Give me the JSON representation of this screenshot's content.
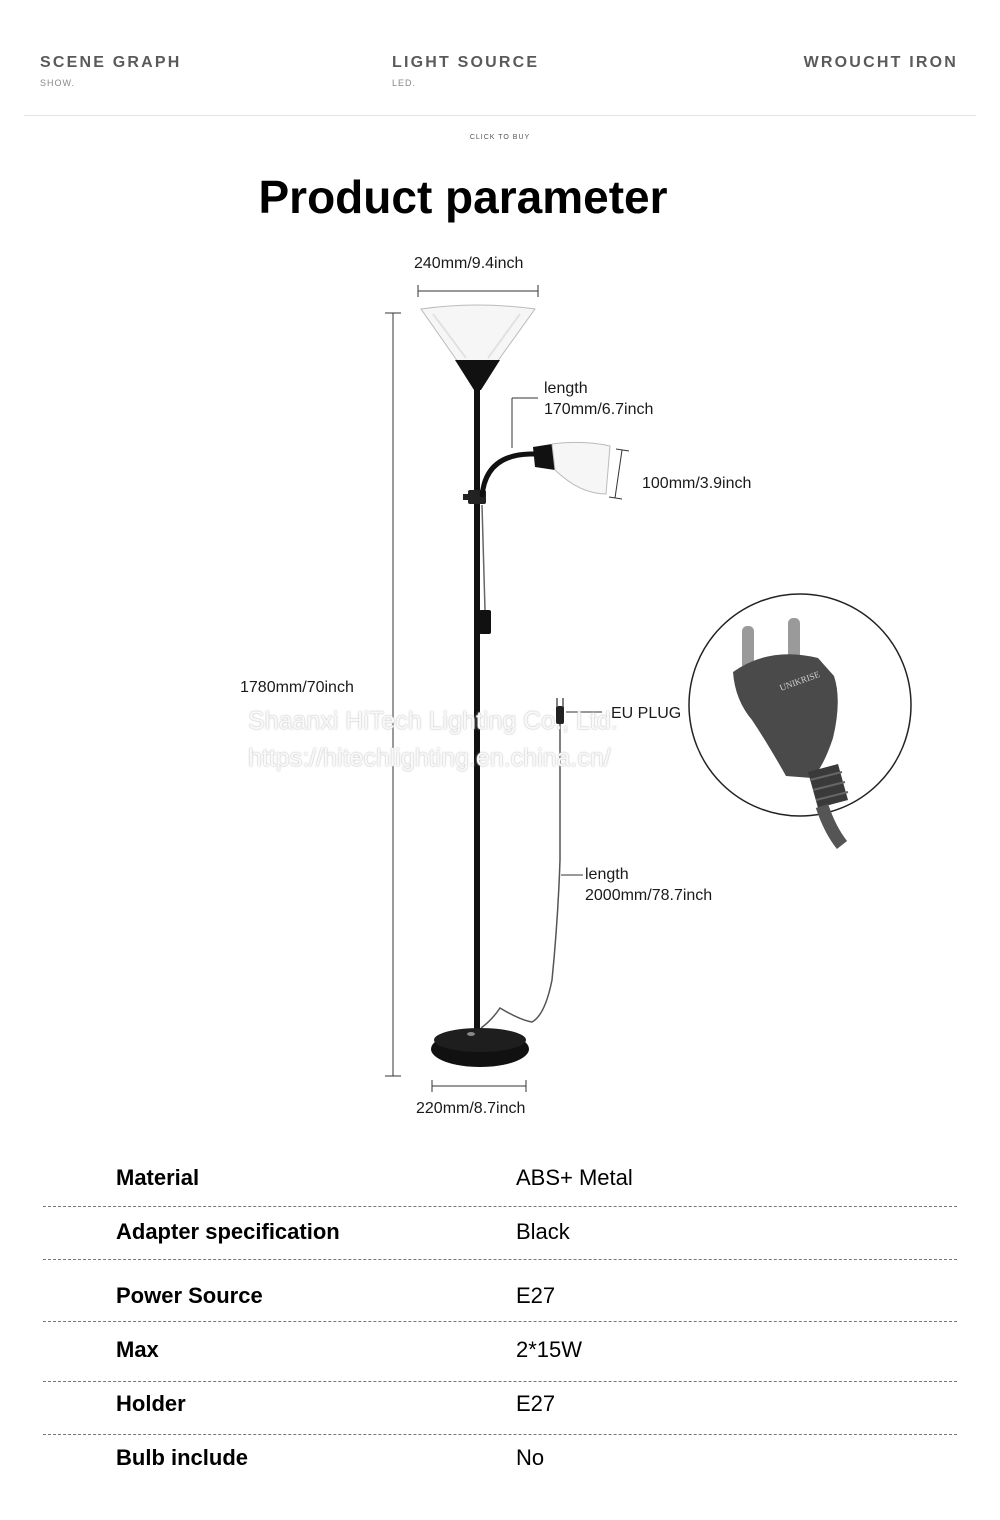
{
  "nav": [
    {
      "title": "SCENE GRAPH",
      "subtitle": "SHOW."
    },
    {
      "title": "LIGHT SOURCE",
      "subtitle": "LED."
    },
    {
      "title": "WROUCHT IRON",
      "subtitle": ""
    }
  ],
  "cta": "CLICK TO BUY",
  "title": "Product parameter",
  "dimensions": {
    "shade_width": "240mm/9.4inch",
    "arm_length_label": "length",
    "arm_length_value": "170mm/6.7inch",
    "reading_shade": "100mm/3.9inch",
    "height": "1780mm/70inch",
    "plug": "EU PLUG",
    "cord_length_label": "length",
    "cord_length_value": "2000mm/78.7inch",
    "base_width": "220mm/8.7inch",
    "plug_brand": "UNIKRISE"
  },
  "watermark": {
    "company": "Shaanxi HiTech Lighting Co., Ltd.",
    "url": "https://hitechlighting.en.china.cn/"
  },
  "specs": [
    {
      "key": "Material",
      "value": "ABS+ Metal"
    },
    {
      "key": "Adapter specification",
      "value": "Black"
    },
    {
      "key": "Power Source",
      "value": "E27"
    },
    {
      "key": "Max",
      "value": "2*15W"
    },
    {
      "key": "Holder",
      "value": "E27"
    },
    {
      "key": "Bulb include",
      "value": "No"
    }
  ],
  "colors": {
    "nav_text": "#5a5a5a",
    "lamp": "#111111",
    "shade": "#f4f4f4"
  }
}
